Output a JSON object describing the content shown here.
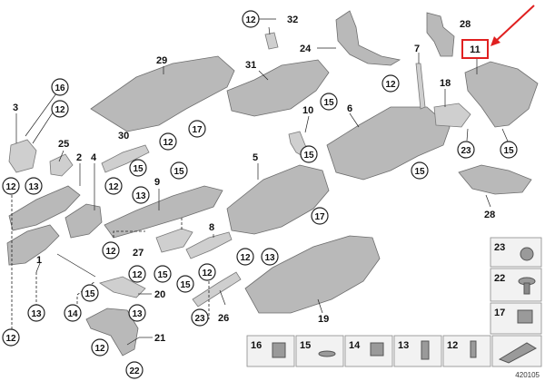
{
  "diagram": {
    "reference_number": "420105",
    "highlight_color": "#e02020",
    "highlighted_callout": "11",
    "callouts": {
      "c12_a": "12",
      "c32": "32",
      "c24": "24",
      "c28_top": "28",
      "c7": "7",
      "c11": "11",
      "c29": "29",
      "c31": "31",
      "c16": "16",
      "c12_b": "12",
      "c3": "3",
      "c12_c": "12",
      "c18": "18",
      "c15_a": "15",
      "c10": "10",
      "c6": "6",
      "c15_b": "15",
      "c25": "25",
      "c30": "30",
      "c12_d": "12",
      "c17_a": "17",
      "c23_mid": "23",
      "c15_c": "15",
      "c2": "2",
      "c4": "4",
      "c5": "5",
      "c12_e": "12",
      "c13_a": "13",
      "c15_d": "15",
      "c15_e": "15",
      "c12_f": "12",
      "c9": "9",
      "c13_b": "13",
      "c15_f": "15",
      "c28_mid": "28",
      "c17_b": "17",
      "c12_g": "12",
      "c8": "8",
      "c27": "27",
      "c13_c": "13",
      "c12_h": "12",
      "c13_d": "13",
      "c1": "1",
      "c12_i": "12",
      "c15_g": "15",
      "c15_h": "15",
      "c12_j": "12",
      "c20": "20",
      "c15_i": "15",
      "c13_e": "13",
      "c14": "14",
      "c23_low": "23",
      "c26": "26",
      "c19": "19",
      "c12_k": "12",
      "c21": "21",
      "c12_l": "12",
      "c22": "22"
    },
    "legend": [
      {
        "id": "l23",
        "label": "23"
      },
      {
        "id": "l22",
        "label": "22"
      },
      {
        "id": "l17",
        "label": "17"
      },
      {
        "id": "l16",
        "label": "16"
      },
      {
        "id": "l15",
        "label": "15"
      },
      {
        "id": "l14",
        "label": "14"
      },
      {
        "id": "l13",
        "label": "13"
      },
      {
        "id": "l12",
        "label": "12"
      }
    ]
  }
}
